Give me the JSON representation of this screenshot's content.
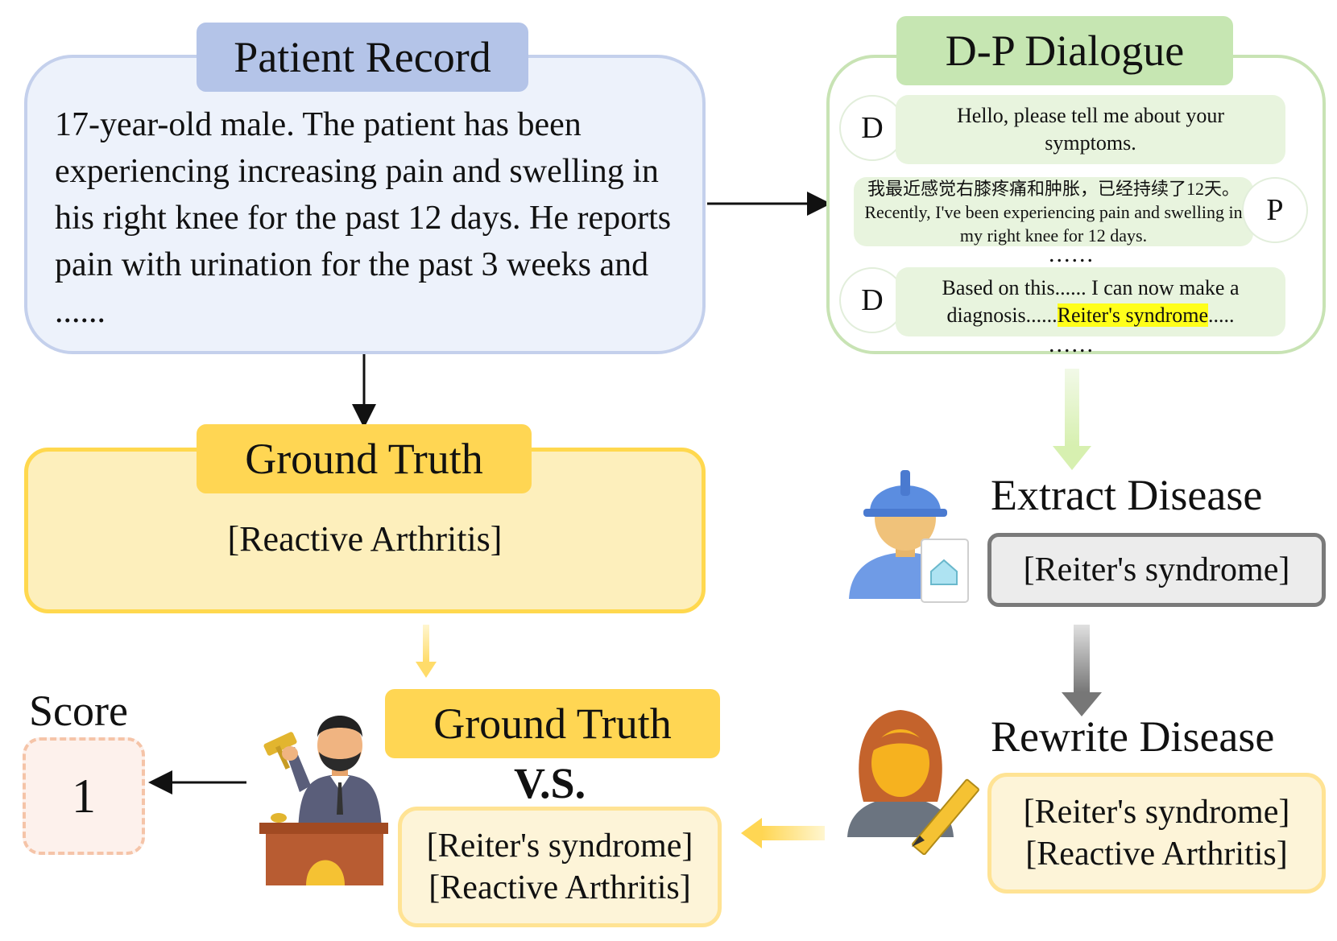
{
  "patient_record": {
    "title": "Patient Record",
    "text": "17-year-old male. The patient has been experiencing increasing pain and swelling in his right knee for the past 12 days. He reports pain with urination for the past 3 weeks and ......"
  },
  "dialogue": {
    "title": "D-P Dialogue",
    "turns": [
      {
        "speaker": "D",
        "text": "Hello, please tell me about your symptoms."
      },
      {
        "speaker": "P",
        "text": "我最近感觉右膝疼痛和肿胀，已经持续了12天。Recently, I've been experiencing pain and swelling in my right knee for 12 days."
      },
      {
        "speaker": "D",
        "text_before": "Based on this...... I can now make a diagnosis......",
        "highlight": "Reiter's syndrome",
        "text_after": "....."
      }
    ],
    "ellipsis": "......"
  },
  "ground_truth": {
    "title": "Ground Truth",
    "value": "[Reactive Arthritis]"
  },
  "extract": {
    "title": "Extract Disease",
    "value": "[Reiter's syndrome]"
  },
  "rewrite": {
    "title": "Rewrite Disease",
    "values": [
      "[Reiter's syndrome]",
      "[Reactive Arthritis]"
    ]
  },
  "comparison": {
    "title": "Ground Truth",
    "vs": "V.S.",
    "values": [
      "[Reiter's syndrome]",
      "[Reactive Arthritis]"
    ]
  },
  "score": {
    "label": "Score",
    "value": "1"
  },
  "colors": {
    "patient_tab": "#b4c4e8",
    "dialogue_tab": "#c6e6b2",
    "ground_truth_tab": "#ffd653",
    "highlight": "#ffff1a"
  },
  "icons": [
    "engineer-icon",
    "document-icon",
    "writer-icon",
    "pencil-icon",
    "judge-icon",
    "gavel-icon"
  ]
}
